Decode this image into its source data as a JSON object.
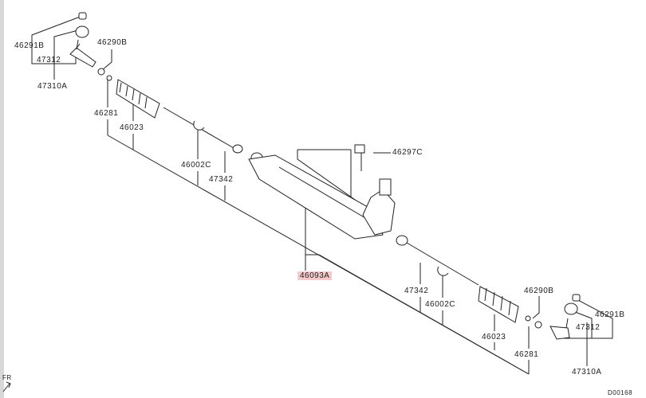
{
  "diagram_code": "D00168",
  "direction_mark": "FR",
  "highlight_color": "#f6c9cc",
  "parts": {
    "left": {
      "cap": "46291B",
      "boot_cap": "47312",
      "tie_rod_end": "47310A",
      "nut": "46290B",
      "clip": "46281",
      "boot": "46023",
      "clamp": "46002C",
      "tie_rod": "47342"
    },
    "center": {
      "bolt": "46297C",
      "gear_assy": "46093A"
    },
    "right": {
      "tie_rod": "47342",
      "clamp": "46002C",
      "nut": "46290B",
      "boot": "46023",
      "clip": "46281",
      "cap": "46291B",
      "boot_cap": "47312",
      "tie_rod_end": "47310A"
    }
  }
}
